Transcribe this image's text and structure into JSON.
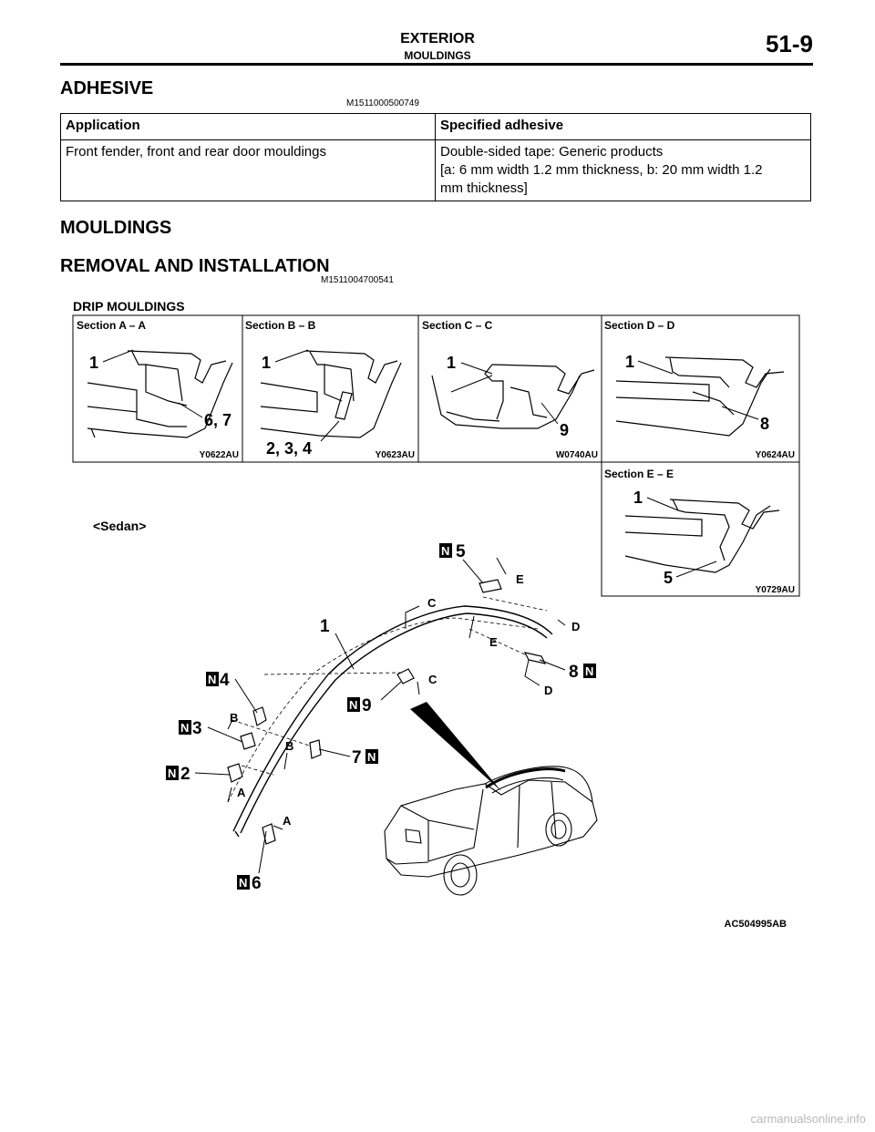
{
  "header": {
    "section": "EXTERIOR",
    "subsection": "MOULDINGS",
    "page": "51-9"
  },
  "adhesive": {
    "heading": "ADHESIVE",
    "code": "M1511000500749",
    "table": {
      "headers": [
        "Application",
        "Specified adhesive"
      ],
      "row": {
        "application": "Front fender, front and rear door mouldings",
        "adhesive_line1": "Double-sided tape: Generic products",
        "adhesive_line2": "[a: 6 mm width 1.2 mm thickness, b: 20 mm width 1.2",
        "adhesive_line3": "mm thickness]"
      }
    }
  },
  "mouldings": {
    "heading": "MOULDINGS",
    "subheading": "REMOVAL AND INSTALLATION",
    "code": "M1511004700541"
  },
  "diagram": {
    "title": "DRIP MOULDINGS",
    "variant": "<Sedan>",
    "figure_code": "AC504995AB",
    "new_part_symbol": "N",
    "sections": [
      {
        "title": "Section A – A",
        "code": "Y0622AU",
        "labels": [
          "1",
          "6, 7"
        ]
      },
      {
        "title": "Section B – B",
        "code": "Y0623AU",
        "labels": [
          "1",
          "2, 3, 4"
        ]
      },
      {
        "title": "Section C – C",
        "code": "W0740AU",
        "labels": [
          "1",
          "9"
        ]
      },
      {
        "title": "Section D – D",
        "code": "Y0624AU",
        "labels": [
          "1",
          "8"
        ]
      },
      {
        "title": "Section E – E",
        "code": "Y0729AU",
        "labels": [
          "1",
          "5"
        ]
      }
    ],
    "callouts": {
      "main": "1",
      "clips": [
        "2",
        "3",
        "4",
        "5",
        "6",
        "7",
        "8",
        "9"
      ],
      "section_marks": [
        "A",
        "B",
        "C",
        "D",
        "E"
      ]
    }
  },
  "footer": {
    "watermark": "carmanualsonline.info"
  }
}
